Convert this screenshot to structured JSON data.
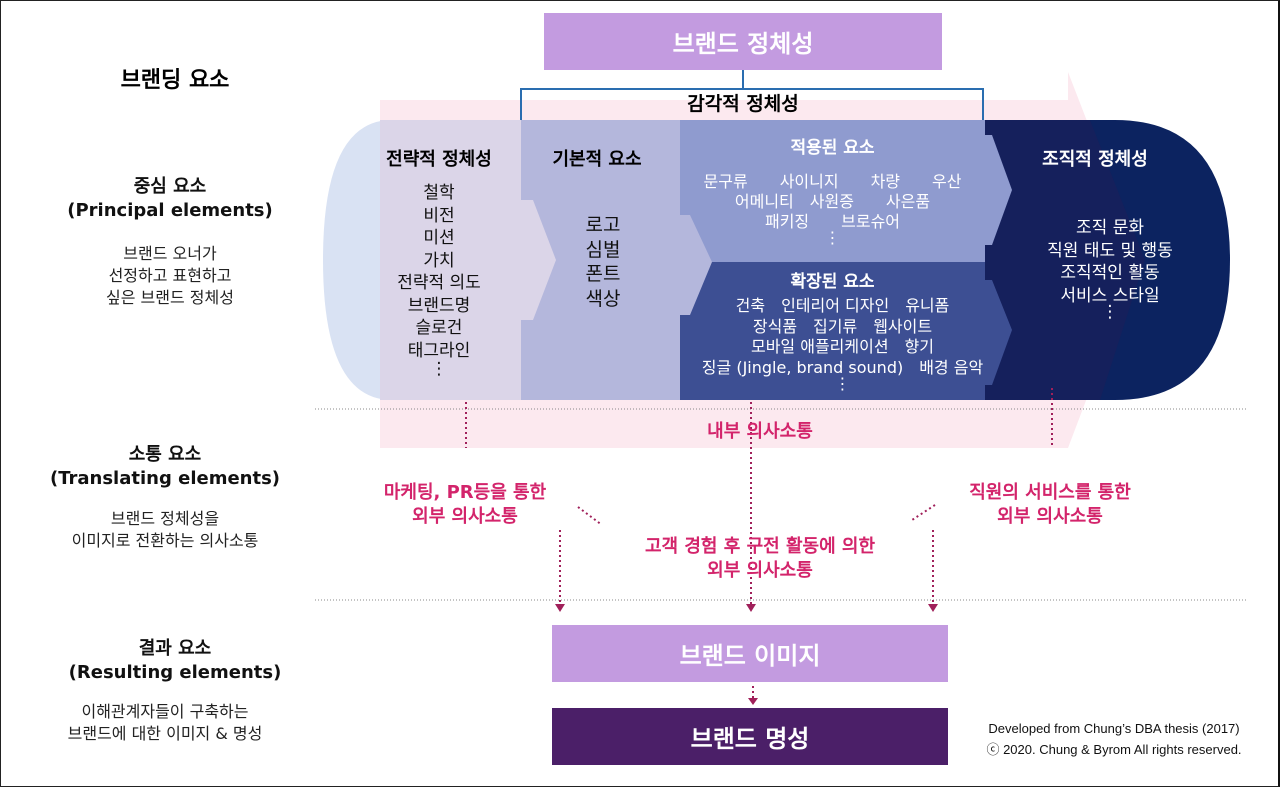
{
  "top_box": "브랜드 정체성",
  "header_label": "브랜딩 요소",
  "sensory_identity": "감각적 정체성",
  "strategic": {
    "title": "전략적 정체성",
    "items": [
      "철학",
      "비전",
      "미션",
      "가치",
      "전략적 의도",
      "브랜드명",
      "슬로건",
      "태그라인",
      "⋮"
    ]
  },
  "basic": {
    "title": "기본적 요소",
    "items": [
      "로고",
      "심벌",
      "폰트",
      "색상"
    ]
  },
  "applied": {
    "title": "적용된 요소",
    "lines": [
      "문구류　　사이니지　　차량　　우산",
      "어메니티　사원증　　사은품",
      "패키징　　브로슈어",
      "⋮"
    ]
  },
  "extended": {
    "title": "확장된 요소",
    "lines": [
      "건축　인테리어 디자인　유니폼",
      "장식품　집기류　웹사이트",
      "모바일 애플리케이션　향기",
      "징글 (Jingle, brand sound)　배경 음악",
      "⋮"
    ]
  },
  "organizational": {
    "title": "조직적 정체성",
    "items": [
      "조직 문화",
      "직원 태도 및 행동",
      "조직적인 활동",
      "서비스 스타일",
      "⋮"
    ]
  },
  "left": {
    "principal": {
      "title": "중심 요소",
      "title_en": "(Principal elements)",
      "desc": [
        "브랜드 오너가",
        "선정하고 표현하고",
        "싶은 브랜드 정체성"
      ]
    },
    "translating": {
      "title": "소통 요소",
      "title_en": "(Translating elements)",
      "desc": [
        "브랜드 정체성을",
        "이미지로 전환하는 의사소통"
      ]
    },
    "resulting": {
      "title": "결과 요소",
      "title_en": "(Resulting elements)",
      "desc": [
        "이해관계자들이 구축하는",
        "브랜드에 대한 이미지 & 명성"
      ]
    }
  },
  "internal_comm": "내부 의사소통",
  "comm": {
    "marketing": [
      "마케팅, PR등을 통한",
      "외부 의사소통"
    ],
    "customer": [
      "고객 경험 후 구전 활동에 의한",
      "외부 의사소통"
    ],
    "employee": [
      "직원의 서비스를 통한",
      "외부 의사소통"
    ]
  },
  "brand_image": "브랜드 이미지",
  "brand_reputation": "브랜드 명성",
  "credit": [
    "Developed from Chung’s DBA thesis (2017)",
    "ⓒ 2020. Chung & Byrom All rights reserved."
  ],
  "colors": {
    "purple_box": "#c39be0",
    "dark_purple": "#4b1f68",
    "magenta": "#d3246b",
    "navy": "#14205e"
  }
}
